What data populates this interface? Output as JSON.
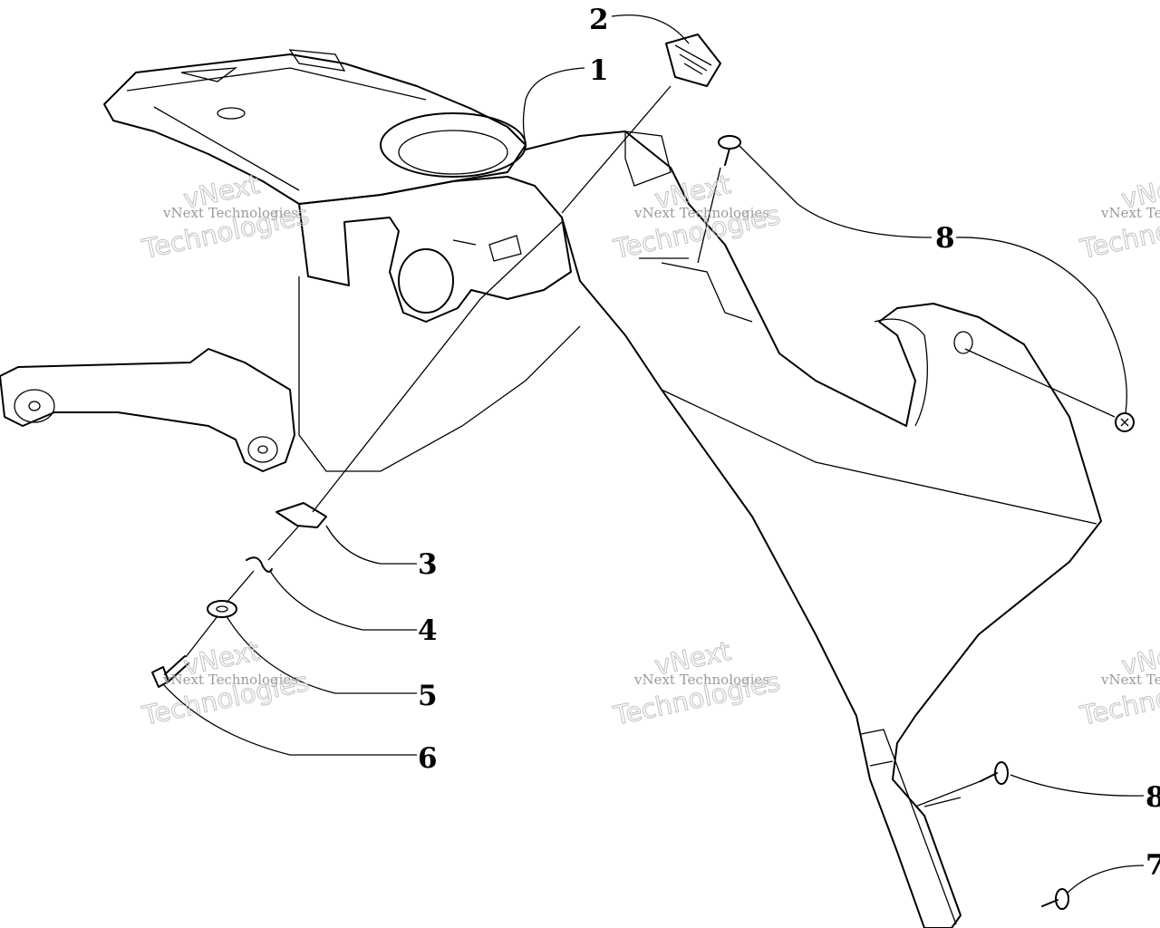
{
  "callouts": [
    {
      "id": "1",
      "label": "1"
    },
    {
      "id": "2",
      "label": "2"
    },
    {
      "id": "3",
      "label": "3"
    },
    {
      "id": "4",
      "label": "4"
    },
    {
      "id": "5",
      "label": "5"
    },
    {
      "id": "6",
      "label": "6"
    },
    {
      "id": "7",
      "label": "7"
    },
    {
      "id": "8a",
      "label": "8"
    },
    {
      "id": "8b",
      "label": "8"
    }
  ],
  "watermark": {
    "line1": "vNext Technologies",
    "line2": "vNext",
    "line3": "Technologies"
  },
  "colors": {
    "line": "#000000",
    "background": "#ffffff",
    "watermark": "#9a9a9a"
  }
}
